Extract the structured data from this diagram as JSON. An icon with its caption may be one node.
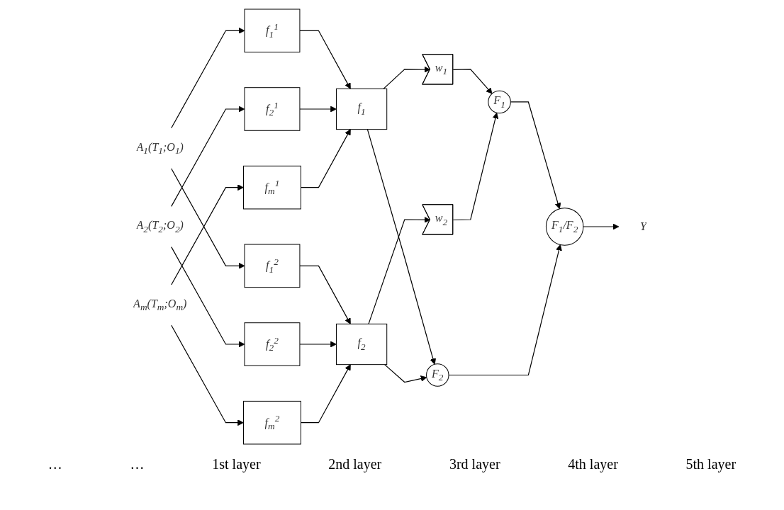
{
  "diagram": {
    "nodes": [
      {
        "text": [
          "A$_{1}$(T$_{1}$;O$_{1}$)"
        ]
      },
      {
        "text": [
          "f$_{1}$$^{1}$"
        ]
      },
      {
        "text": [
          "f$_{1}$$^{2}$"
        ]
      },
      {
        "text": [
          "A$_{2}$(T$_{2}$;O$_{2}$)"
        ]
      },
      {
        "text": [
          "f$_{2}$$^{1}$"
        ]
      },
      {
        "text": [
          "f$_{2}$$^{2}$"
        ]
      },
      {
        "text": [
          "A$_{m}$(T$_{m}$;O$_{m}$)"
        ]
      },
      {
        "text": [
          "f$_{m}$$^{1}$"
        ]
      },
      {
        "text": [
          "f$_{m}$$^{2}$"
        ]
      },
      {
        "text": [
          "f$_{1}$"
        ]
      },
      {
        "text": [
          "f$_{2}$"
        ]
      },
      {
        "text": [
          "w$_{1}$"
        ]
      },
      {
        "text": [
          "w$_{2}$"
        ]
      },
      {
        "text": [
          "F$_{1}$"
        ]
      },
      {
        "text": [
          "F$_{2}$"
        ]
      },
      {
        "text": [
          "F$_{1}$/F$_{2}$"
        ]
      },
      {
        "text": [
          "Y"
        ]
      }
    ],
    "edges": [
      {
        "from": 0,
        "to": 1,
        "arrow": "to"
      },
      {
        "from": 0,
        "to": 2,
        "arrow": "to"
      },
      {
        "from": 3,
        "to": 4,
        "arrow": "to"
      },
      {
        "from": 3,
        "to": 5,
        "arrow": "to"
      },
      {
        "from": 6,
        "to": 7,
        "arrow": "to"
      },
      {
        "from": 6,
        "to": 8,
        "arrow": "to"
      },
      {
        "from": 1,
        "to": 9,
        "arrow": "to"
      },
      {
        "from": 2,
        "to": 10,
        "arrow": "to"
      },
      {
        "from": 4,
        "to": 9,
        "arrow": "to"
      },
      {
        "from": 5,
        "to": 10,
        "arrow": "to"
      },
      {
        "from": 7,
        "to": 9,
        "arrow": "to"
      },
      {
        "from": 8,
        "to": 10,
        "arrow": "to"
      },
      {
        "from": 9,
        "to": 11,
        "arrow": "to"
      },
      {
        "from": 9,
        "to": 14,
        "arrow": "to"
      },
      {
        "from": 10,
        "to": 12,
        "arrow": "to"
      },
      {
        "from": 10,
        "to": 14,
        "arrow": "to"
      },
      {
        "from": 11,
        "to": 13,
        "arrow": "to"
      },
      {
        "from": 12,
        "to": 13,
        "arrow": "to"
      },
      {
        "from": 13,
        "to": 15,
        "arrow": "to"
      },
      {
        "from": 14,
        "to": 15,
        "arrow": "to"
      },
      {
        "from": 15,
        "to": 16,
        "arrow": "to"
      }
    ],
    "labels": [
      "…",
      "…",
      "1st layer",
      "2nd layer",
      "3rd layer",
      "4th layer",
      "5th layer"
    ]
  }
}
